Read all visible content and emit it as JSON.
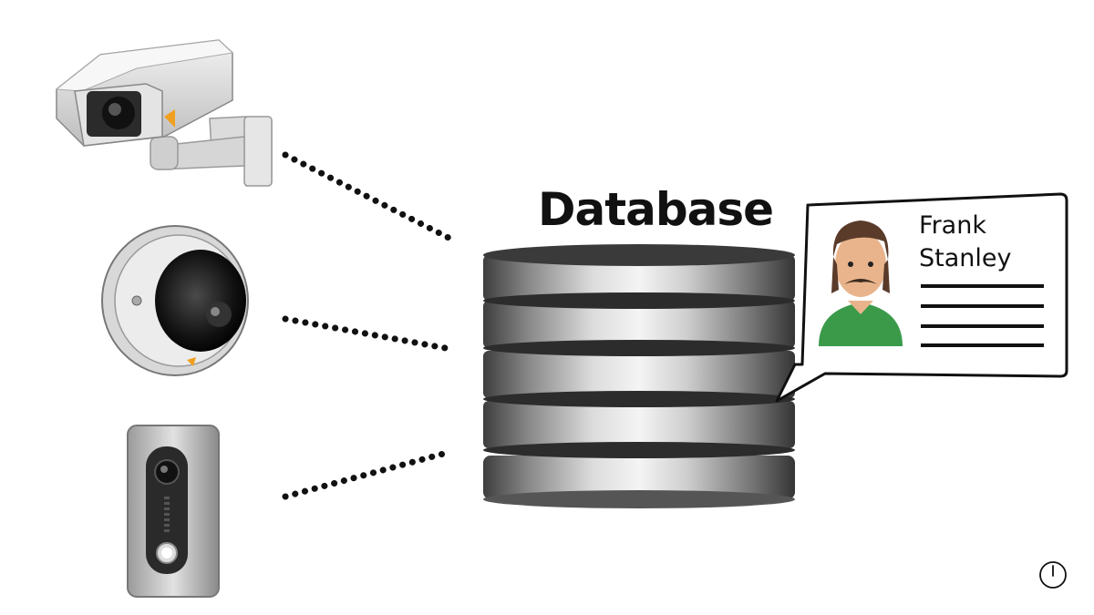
{
  "diagram": {
    "title": "Database",
    "devices": [
      {
        "name": "camera-box",
        "icon": "security-camera-icon"
      },
      {
        "name": "camera-dome",
        "icon": "dome-camera-icon"
      },
      {
        "name": "intercom",
        "icon": "video-intercom-icon"
      }
    ],
    "profile_card": {
      "first_name": "Frank",
      "last_name": "Stanley",
      "icon": "person-avatar-icon"
    }
  },
  "controls": {
    "power_icon": "power-icon"
  },
  "colors": {
    "text": "#111111",
    "dots": "#111111",
    "avatar_shirt": "#3a9a4a",
    "avatar_skin": "#e9b48c",
    "avatar_hair": "#5a3b2a"
  }
}
